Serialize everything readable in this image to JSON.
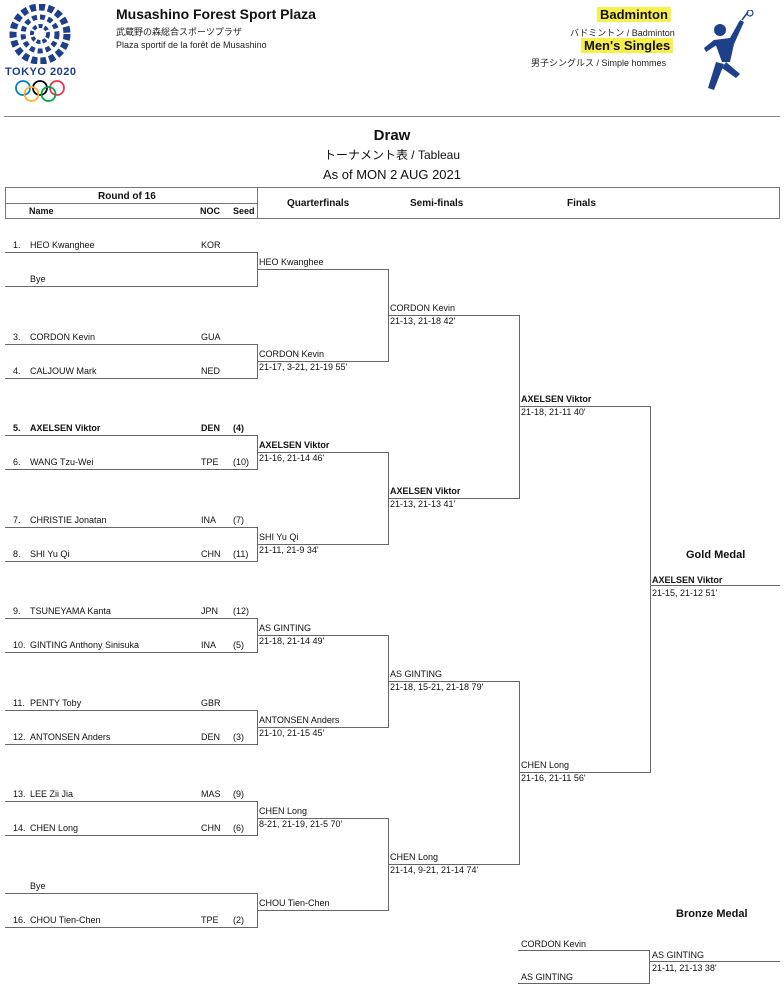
{
  "header": {
    "venue": "Musashino Forest Sport Plaza",
    "venue_jp": "武蔵野の森総合スポーツプラザ",
    "venue_fr": "Plaza sportif de la forêt de Musashino",
    "logo_text": "TOKYO 2020",
    "sport": "Badminton",
    "sport_multi": "バドミントン / Badminton",
    "event": "Men's Singles",
    "event_multi": "男子シングルス / Simple hommes"
  },
  "doc": {
    "title": "Draw",
    "subtitle": "トーナメント表 / Tableau",
    "as_of": "As of MON 2 AUG 2021"
  },
  "columns": {
    "round16": "Round of 16",
    "name": "Name",
    "noc": "NOC",
    "seed": "Seed",
    "qf": "Quarterfinals",
    "sf": "Semi-finals",
    "final": "Finals"
  },
  "round16": [
    {
      "pos": "1.",
      "name": "HEO Kwanghee",
      "noc": "KOR",
      "seed": "",
      "bold": false
    },
    {
      "pos": "",
      "name": "Bye",
      "noc": "",
      "seed": "",
      "bold": false
    },
    {
      "pos": "3.",
      "name": "CORDON Kevin",
      "noc": "GUA",
      "seed": "",
      "bold": false
    },
    {
      "pos": "4.",
      "name": "CALJOUW Mark",
      "noc": "NED",
      "seed": "",
      "bold": false
    },
    {
      "pos": "5.",
      "name": "AXELSEN Viktor",
      "noc": "DEN",
      "seed": "(4)",
      "bold": true
    },
    {
      "pos": "6.",
      "name": "WANG Tzu-Wei",
      "noc": "TPE",
      "seed": "(10)",
      "bold": false
    },
    {
      "pos": "7.",
      "name": "CHRISTIE Jonatan",
      "noc": "INA",
      "seed": "(7)",
      "bold": false
    },
    {
      "pos": "8.",
      "name": "SHI Yu Qi",
      "noc": "CHN",
      "seed": "(11)",
      "bold": false
    },
    {
      "pos": "9.",
      "name": "TSUNEYAMA Kanta",
      "noc": "JPN",
      "seed": "(12)",
      "bold": false
    },
    {
      "pos": "10.",
      "name": "GINTING Anthony Sinisuka",
      "noc": "INA",
      "seed": "(5)",
      "bold": false
    },
    {
      "pos": "11.",
      "name": "PENTY Toby",
      "noc": "GBR",
      "seed": "",
      "bold": false
    },
    {
      "pos": "12.",
      "name": "ANTONSEN Anders",
      "noc": "DEN",
      "seed": "(3)",
      "bold": false
    },
    {
      "pos": "13.",
      "name": "LEE Zii Jia",
      "noc": "MAS",
      "seed": "(9)",
      "bold": false
    },
    {
      "pos": "14.",
      "name": "CHEN Long",
      "noc": "CHN",
      "seed": "(6)",
      "bold": false
    },
    {
      "pos": "",
      "name": "Bye",
      "noc": "",
      "seed": "",
      "bold": false
    },
    {
      "pos": "16.",
      "name": "CHOU Tien-Chen",
      "noc": "TPE",
      "seed": "(2)",
      "bold": false
    }
  ],
  "quarterfinals": [
    {
      "name": "HEO Kwanghee",
      "score": "",
      "bold": false
    },
    {
      "name": "CORDON Kevin",
      "score": "21-17, 3-21, 21-19  55'",
      "bold": false
    },
    {
      "name": "AXELSEN Viktor",
      "score": "21-16, 21-14  46'",
      "bold": true
    },
    {
      "name": "SHI Yu Qi",
      "score": "21-11, 21-9  34'",
      "bold": false
    },
    {
      "name": "AS GINTING",
      "score": "21-18, 21-14  49'",
      "bold": false
    },
    {
      "name": "ANTONSEN Anders",
      "score": "21-10, 21-15  45'",
      "bold": false
    },
    {
      "name": "CHEN Long",
      "score": "8-21, 21-19, 21-5  70'",
      "bold": false
    },
    {
      "name": "CHOU Tien-Chen",
      "score": "",
      "bold": false
    }
  ],
  "semifinals": [
    {
      "name": "CORDON Kevin",
      "score": "21-13, 21-18  42'",
      "bold": false
    },
    {
      "name": "AXELSEN Viktor",
      "score": "21-13, 21-13  41'",
      "bold": true
    },
    {
      "name": "AS GINTING",
      "score": "21-18, 15-21, 21-18  79'",
      "bold": false
    },
    {
      "name": "CHEN Long",
      "score": "21-14, 9-21, 21-14  74'",
      "bold": false
    }
  ],
  "finals": [
    {
      "name": "AXELSEN Viktor",
      "score": "21-18, 21-11  40'",
      "bold": true
    },
    {
      "name": "CHEN Long",
      "score": "21-16, 21-11  56'",
      "bold": false
    }
  ],
  "gold": {
    "label": "Gold Medal",
    "winner": "AXELSEN Viktor",
    "score": "21-15, 21-12  51'"
  },
  "bronze": {
    "label": "Bronze Medal",
    "player1": "CORDON Kevin",
    "player2": "AS GINTING",
    "winner": "AS GINTING",
    "score": "21-11, 21-13  38'"
  },
  "colors": {
    "olympic_blue": "#0081c8",
    "olympic_yellow": "#fcb131",
    "olympic_black": "#000000",
    "olympic_green": "#00a651",
    "olympic_red": "#ee334e",
    "logo_blue": "#1e3f8a",
    "highlight": "#f7ef4a"
  }
}
